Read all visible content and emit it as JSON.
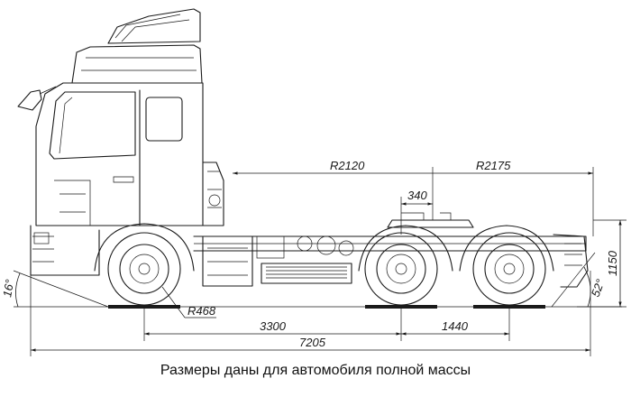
{
  "caption": "Размеры даны для автомобиля полной массы",
  "dimensions": {
    "front_arc_radius": "R2120",
    "rear_arc_radius": "R2175",
    "fifth_wheel_offset": "340",
    "tire_radius": "R468",
    "wheelbase_front": "3300",
    "rear_axle_spacing": "1440",
    "overall_length": "7205",
    "fifth_wheel_height": "1150",
    "approach_angle": "16°",
    "departure_angle": "52°"
  }
}
